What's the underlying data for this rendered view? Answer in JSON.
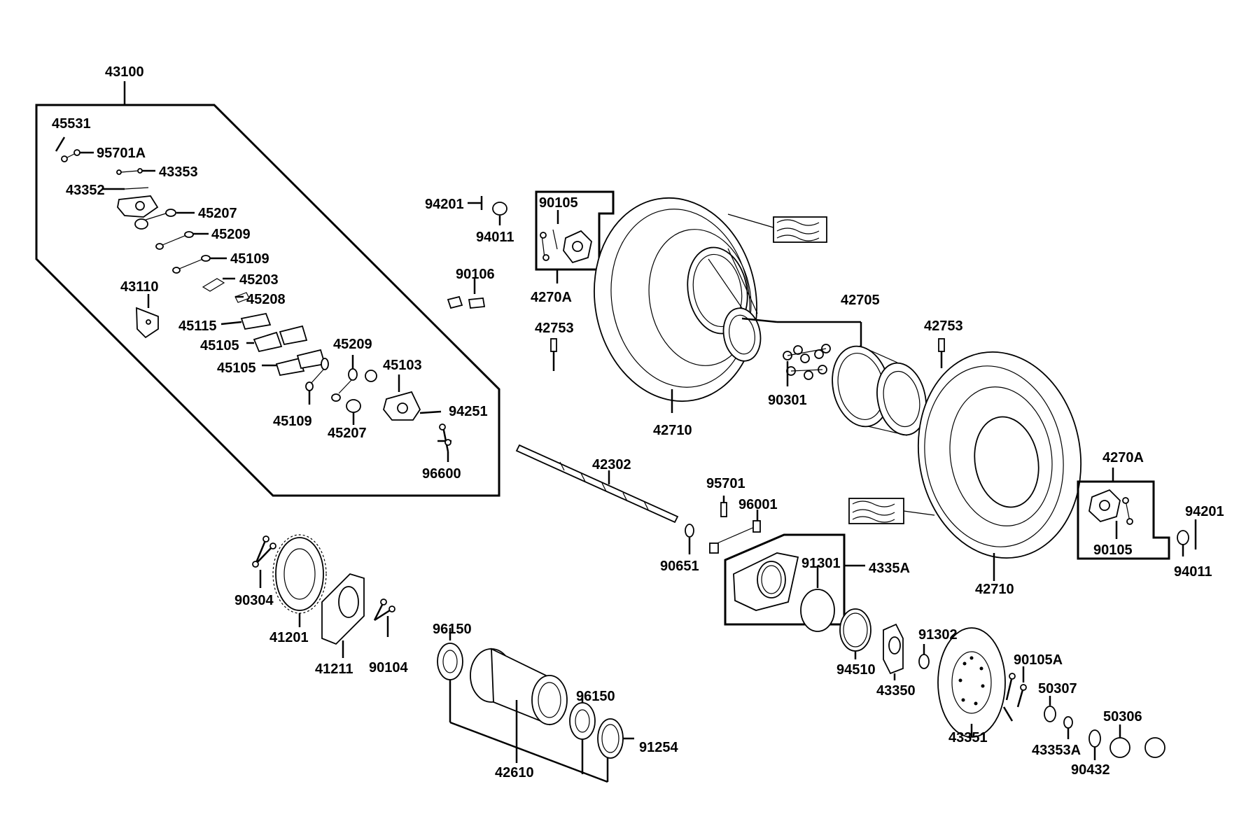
{
  "diagram": {
    "type": "exploded-parts-diagram",
    "line_color": "#000000",
    "background": "#ffffff",
    "part_numbers": {
      "p43100": "43100",
      "p45531": "45531",
      "p95701A": "95701A",
      "p43353": "43353",
      "p43352": "43352",
      "p45207a": "45207",
      "p45209a": "45209",
      "p45109a": "45109",
      "p45203": "45203",
      "p43110": "43110",
      "p45208": "45208",
      "p45115": "45115",
      "p45105a": "45105",
      "p45105b": "45105",
      "p45209b": "45209",
      "p45103": "45103",
      "p94251": "94251",
      "p45109b": "45109",
      "p45207b": "45207",
      "p96600": "96600",
      "p94201a": "94201",
      "p94011a": "94011",
      "p90105a": "90105",
      "p4270Aa": "4270A",
      "p90106": "90106",
      "p42753a": "42753",
      "p42705": "42705",
      "p42753b": "42753",
      "p90301": "90301",
      "p42710a": "42710",
      "p42302": "42302",
      "p95701": "95701",
      "p96001": "96001",
      "p90651": "90651",
      "p91301": "91301",
      "p4335A": "4335A",
      "p4270Ab": "4270A",
      "p94201b": "94201",
      "p90105b": "90105",
      "p94011b": "94011",
      "p42710b": "42710",
      "p90304": "90304",
      "p41201": "41201",
      "p41211": "41211",
      "p90104": "90104",
      "p96150a": "96150",
      "p96150b": "96150",
      "p91254": "91254",
      "p42610": "42610",
      "p94510": "94510",
      "p43350": "43350",
      "p91302": "91302",
      "p90105A": "90105A",
      "p43351": "43351",
      "p50307": "50307",
      "p43353A": "43353A",
      "p50306": "50306",
      "p90432": "90432"
    }
  }
}
